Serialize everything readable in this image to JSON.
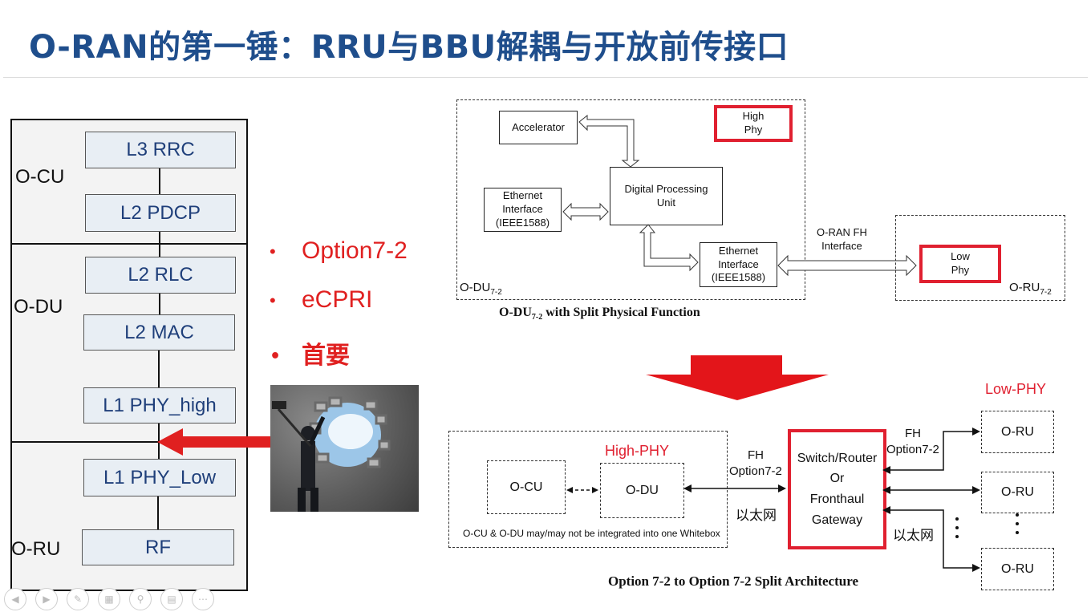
{
  "title": "O-RAN的第一锤：RRU与BBU解耦与开放前传接口",
  "stack": {
    "layers": [
      "L3 RRC",
      "L2 PDCP",
      "L2 RLC",
      "L2 MAC",
      "L1 PHY_high",
      "L1 PHY_Low",
      "RF"
    ],
    "groups": [
      "O-CU",
      "O-DU",
      "O-RU"
    ]
  },
  "bullets": [
    "Option7-2",
    "eCPRI",
    "首要"
  ],
  "bullet_marker": "•",
  "top_diagram": {
    "accelerator": "Accelerator",
    "high_phy": [
      "High",
      "Phy"
    ],
    "dpu": [
      "Digital Processing",
      "Unit"
    ],
    "eth_left": [
      "Ethernet",
      "Interface",
      "(IEEE1588)"
    ],
    "eth_right": [
      "Ethernet",
      "Interface",
      "(IEEE1588)"
    ],
    "fh_interface": [
      "O-RAN FH",
      "Interface"
    ],
    "low_phy": [
      "Low",
      "Phy"
    ],
    "odu_label": "O-DU",
    "odu_sub": "7-2",
    "oru_label": "O-RU",
    "oru_sub": "7-2",
    "caption_main": "O-DU",
    "caption_sub": "7-2",
    "caption_rest": " with Split Physical Function"
  },
  "bottom_diagram": {
    "high_phy_label": "High-PHY",
    "ocu": "O-CU",
    "odu": "O-DU",
    "whitebox_note": "O-CU & O-DU may/may not be integrated into one Whitebox",
    "fh_left": [
      "FH",
      "Option7-2"
    ],
    "ethernet_left": "以太网",
    "switch": [
      "Switch/Router",
      "Or",
      "Fronthaul",
      "Gateway"
    ],
    "fh_right": [
      "FH",
      "Option7-2"
    ],
    "ethernet_right": "以太网",
    "low_phy_label": "Low-PHY",
    "oru_boxes": [
      "O-RU",
      "O-RU",
      "O-RU"
    ],
    "caption": "Option 7-2 to Option 7-2 Split Architecture"
  },
  "colors": {
    "title": "#1f4e8c",
    "red": "#e02020",
    "layer_text": "#1f3f7a"
  },
  "controls": [
    "back-icon",
    "forward-icon",
    "pen-icon",
    "slides-icon",
    "zoom-icon",
    "subtitle-icon",
    "more-icon"
  ]
}
